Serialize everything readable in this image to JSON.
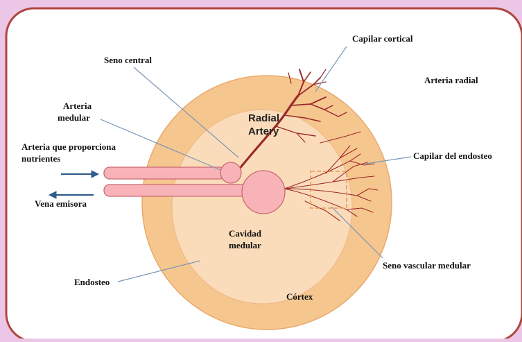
{
  "labels": {
    "capilar_cortical": "Capilar cortical",
    "seno_central": "Seno central",
    "arteria_radial": "Arteria radial",
    "arteria_medular_1": "Arteria",
    "arteria_medular_2": "medular",
    "radial_artery_1": "Radial",
    "radial_artery_2": "Artery",
    "arteria_nutrientes_1": "Arteria que proporciona",
    "arteria_nutrientes_2": "nutrientes",
    "capilar_endosteo": "Capilar del endosteo",
    "vena_emisora": "Vena emisora",
    "cavidad_1": "Cavidad",
    "cavidad_2": "medular",
    "seno_vascular": "Seno vascular medular",
    "endosteo": "Endosteo",
    "cortex": "Córtex"
  },
  "colors": {
    "page_background": "#ecc6e6",
    "panel_border": "#b0463c",
    "cortex_fill": "#f6c68f",
    "marrow_fill": "#fbdcba",
    "vessel_fill": "#f7b3b8",
    "vessel_stroke": "#c96a72",
    "artery_red": "#9b2a2a",
    "leader_line": "#7a95b5",
    "arrow_blue": "#2f5d8c"
  }
}
